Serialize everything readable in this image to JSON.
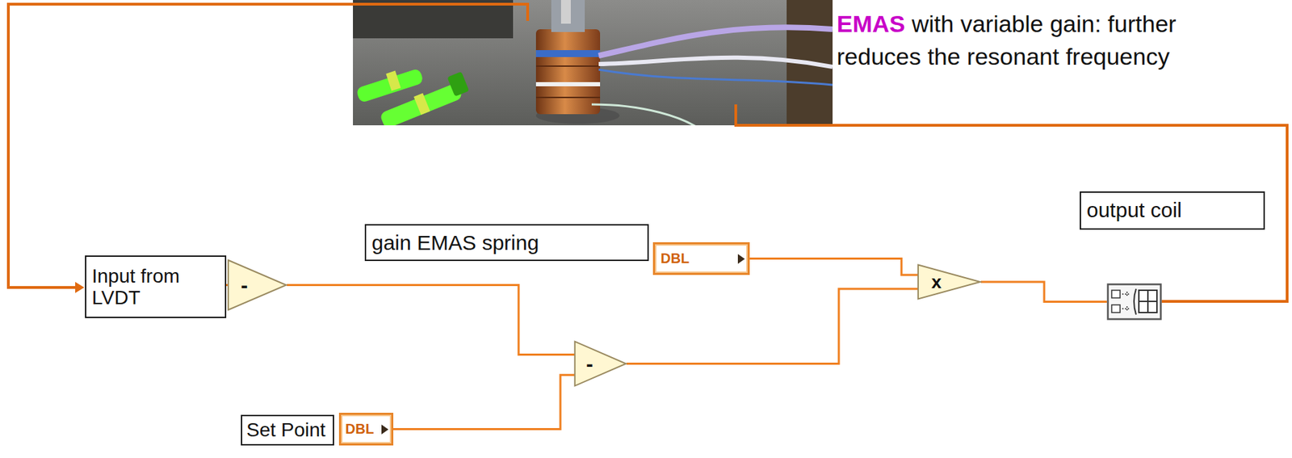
{
  "diagram": {
    "nodes": [
      {
        "text": [
          "gain EMAS spring"
        ]
      },
      {
        "text": [
          "DBL"
        ]
      },
      {
        "text": [
          "Input from LVDT"
        ]
      },
      {
        "text": [
          "-"
        ]
      },
      {
        "text": [
          "x"
        ]
      },
      {
        "text": [
          "output coil"
        ]
      },
      {
        "text": [
          "-"
        ]
      },
      {
        "text": [
          "Set Point"
        ]
      },
      {
        "text": [
          "DBL"
        ]
      }
    ],
    "edges": [
      {
        "from": 2,
        "to": 3,
        "arrow": "none"
      },
      {
        "from": 3,
        "to": 6,
        "arrow": "none"
      },
      {
        "from": 8,
        "to": 6,
        "arrow": "none"
      },
      {
        "from": 1,
        "to": 4,
        "arrow": "none"
      },
      {
        "from": 6,
        "to": 4,
        "arrow": "none"
      },
      {
        "from": 4,
        "to": 5,
        "arrow": "none"
      }
    ],
    "labels": [
      "EMAS",
      "with variable gain: further",
      "reduces the resonant frequency"
    ]
  }
}
